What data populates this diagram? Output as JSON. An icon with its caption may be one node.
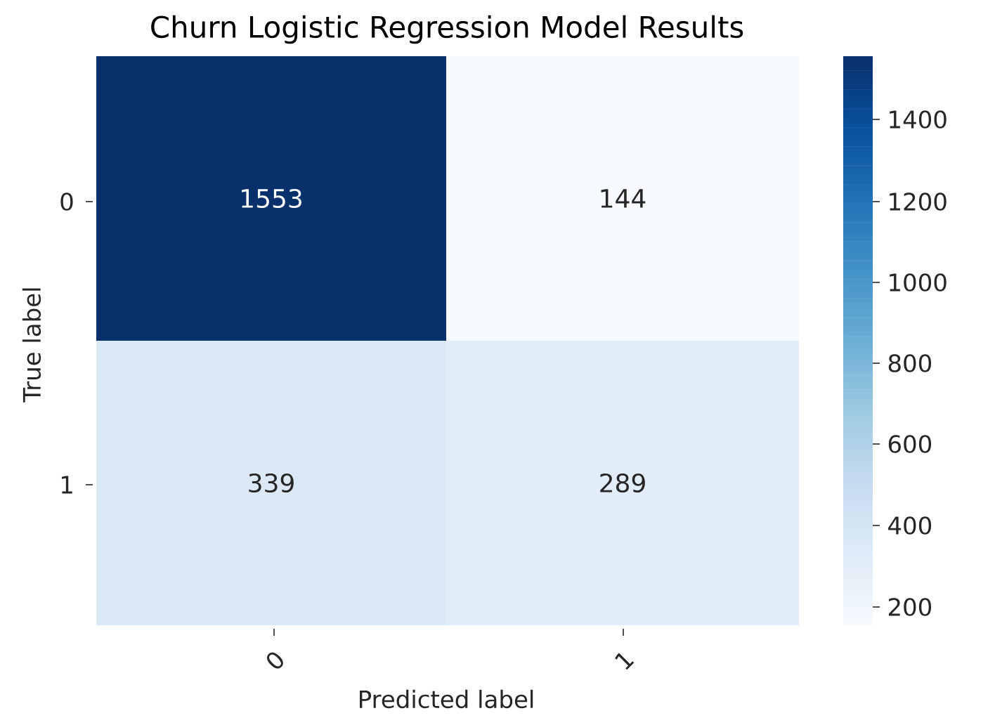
{
  "diagram": {
    "title": "Churn Logistic Regression Model Results",
    "nodes": [
      {
        "text": [
          "1553"
        ]
      },
      {
        "text": [
          "144"
        ]
      },
      {
        "text": [
          "339"
        ]
      },
      {
        "text": [
          "289"
        ]
      }
    ],
    "labels": [
      "0",
      "1",
      "True label",
      "0",
      "1",
      "Predicted label",
      "1400",
      "1200",
      "1000",
      "800",
      "600",
      "400",
      "200"
    ]
  }
}
